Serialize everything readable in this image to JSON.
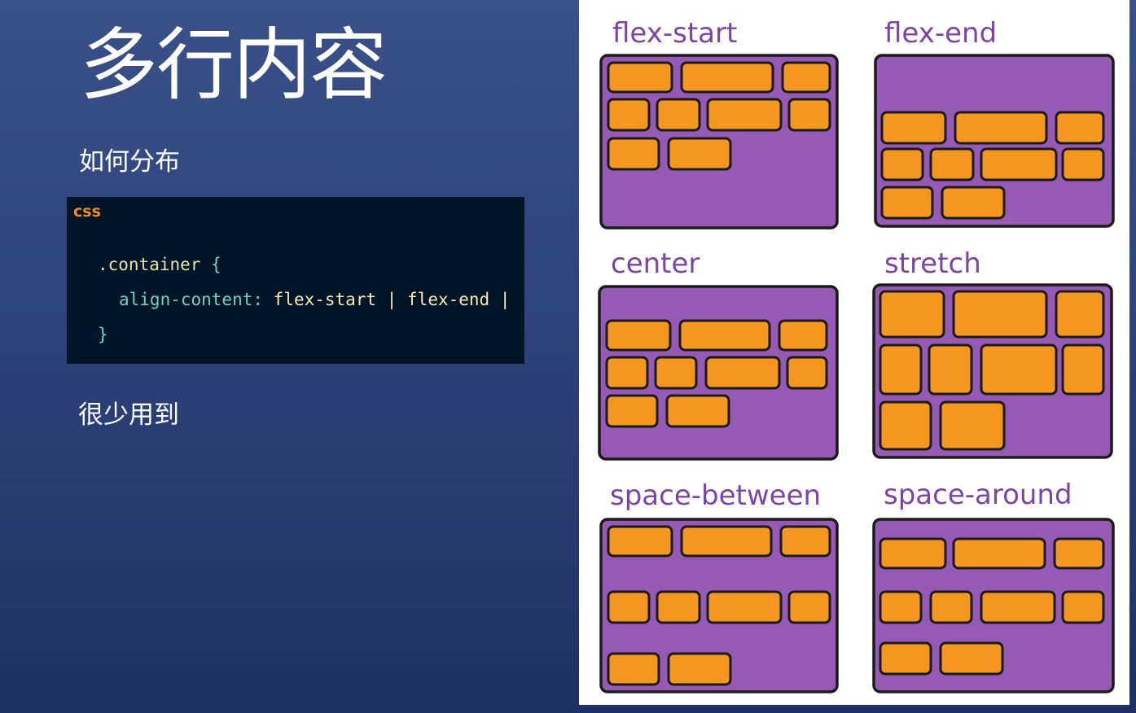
{
  "slide": {
    "title": "多行内容",
    "subtitle": "如何分布",
    "note": "很少用到"
  },
  "code": {
    "language": "css",
    "selector": ".container",
    "open_brace": "{",
    "property": "align-content",
    "colon": ":",
    "value": " flex-start | flex-end |",
    "close_brace": "}"
  },
  "illustration": {
    "panels": [
      {
        "label": "flex-start"
      },
      {
        "label": "flex-end"
      },
      {
        "label": "center"
      },
      {
        "label": "stretch"
      },
      {
        "label": "space-between"
      },
      {
        "label": "space-around"
      }
    ]
  },
  "colors": {
    "background": "#2e437b",
    "code_bg": "#001628",
    "code_lang": "#f08d1f",
    "panel_fill": "#965ab4",
    "item_fill": "#f4961f",
    "caption": "#7b44a6"
  }
}
